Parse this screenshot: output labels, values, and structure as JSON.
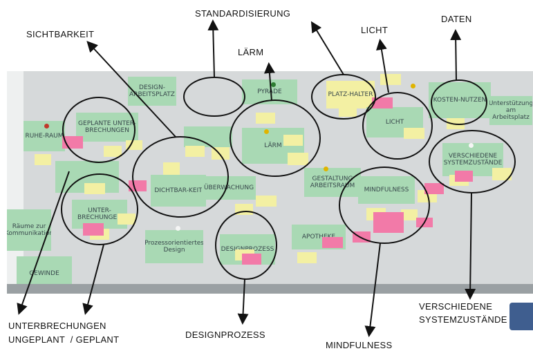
{
  "labels": {
    "sichtbarkeit": "SICHTBARKEIT",
    "standardisierung": "STANDARDISIERUNG",
    "laerm": "LÄRM",
    "licht": "LICHT",
    "daten": "DATEN",
    "unterbrechungen_1": "UNTERBRECHUNGEN",
    "unterbrechungen_2": "UNGEPLANT  / GEPLANT",
    "designprozess": "DESIGNPROZESS",
    "mindfulness": "MINDFULNESS",
    "verschiedene_1": "VERSCHIEDENE",
    "verschiedene_2": "SYSTEMZUSTÄNDE"
  },
  "notes": {
    "ruhe": "RUHE-RAUM",
    "ungeplant": "GEPLANTE UNTER-BRECHUNGEN",
    "design_arbeitsplatz": "DESIGN-ARBEITSPLATZ",
    "pyrade": "PYRADE",
    "platzhalter": "PLATZ-HALTER",
    "licht": "LICHT",
    "kosten": "KOSTEN-NUTZEN",
    "laerm": "LÄRM",
    "dichtbarkeit": "DICHTBAR-KEIT",
    "unterbrechungen": "UNTER-BRECHUNGEN",
    "ueberwachung": "ÜBERWACHUNG",
    "gestaltung": "GESTALTUNG ARBEITSRAUM",
    "mindfulness": "MINDFULNESS",
    "zustand": "VERSCHIEDENE SYSTEMZUSTÄNDE",
    "prozess": "Prozessorientiertes Design",
    "designprozess": "DESIGNPROZESS",
    "apotheke": "APOTHEKE",
    "raeume": "Räume zur Kommunikation",
    "gewinde": "GEWINDE",
    "unterstuetzung": "Unterstützung am Arbeitsplatz"
  },
  "colors": {
    "green_note": "#a9d9b4",
    "yellow_note": "#f3f0a3",
    "pink_note": "#f27aa8",
    "board": "#d6d9da",
    "ink": "#111111"
  }
}
